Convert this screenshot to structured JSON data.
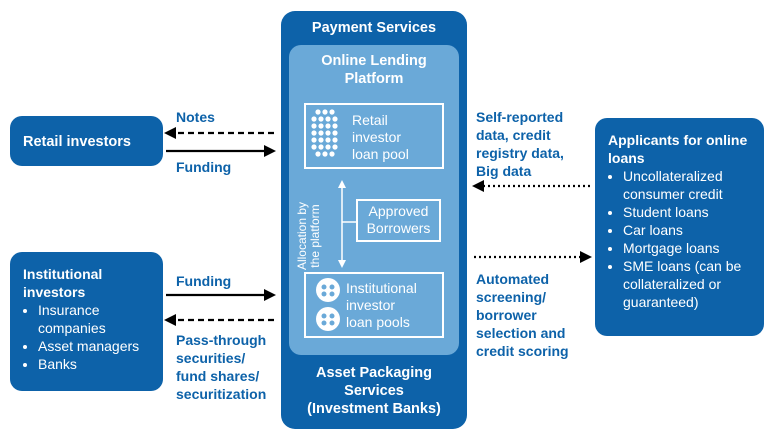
{
  "retail": {
    "title": "Retail investors"
  },
  "institutional": {
    "title_lines": [
      "Institutional",
      "investors"
    ],
    "items": [
      "Insurance companies",
      "Asset managers",
      "Banks"
    ]
  },
  "applicants": {
    "title_lines": [
      "Applicants for online",
      "loans"
    ],
    "items": [
      "Uncollateralized consumer credit",
      "Student loans",
      "Car loans",
      "Mortgage loans",
      "SME loans (can be collateralized or guaranteed)"
    ]
  },
  "payment_services": "Payment Services",
  "online_platform": {
    "lines": [
      "Online Lending",
      "Platform"
    ]
  },
  "retail_pool": {
    "lines": [
      "Retail",
      "investor",
      "loan pool"
    ]
  },
  "allocation": {
    "lines": [
      "Allocation by",
      "the platform"
    ]
  },
  "approved": {
    "lines": [
      "Approved",
      "Borrowers"
    ]
  },
  "institutional_pool": {
    "lines": [
      "Institutional",
      "investor",
      "loan pools"
    ]
  },
  "asset_packaging": {
    "lines": [
      "Asset Packaging",
      "Services",
      "(Investment Banks)"
    ]
  },
  "flows": {
    "notes": "Notes",
    "funding_retail": "Funding",
    "funding_inst": "Funding",
    "pass_through": [
      "Pass-through",
      "securities/",
      "fund shares/",
      "securitization"
    ],
    "self_reported": [
      "Self-reported",
      "data, credit",
      "registry data,",
      "Big data"
    ],
    "automated": [
      "Automated",
      "screening/",
      "borrower",
      "selection and",
      "credit scoring"
    ]
  },
  "colors": {
    "primary": "#0d62a9",
    "inner": "#6aa9d8",
    "text_blue": "#0d62a9"
  }
}
